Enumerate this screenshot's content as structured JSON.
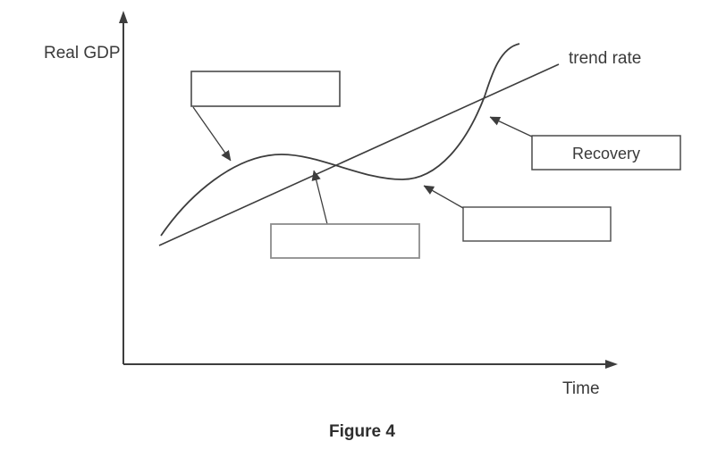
{
  "figure": {
    "caption": "Figure 4",
    "axes": {
      "y_label": "Real GDP",
      "x_label": "Time"
    },
    "lines": {
      "trend_label": "trend rate"
    },
    "boxes": {
      "top_left": {
        "label": ""
      },
      "bottom_middle": {
        "label": ""
      },
      "recovery": {
        "label": "Recovery"
      },
      "bottom_right": {
        "label": ""
      }
    },
    "colors": {
      "ink": "#3d3d3d",
      "box_border_dark": "#4a4a4a",
      "box_border_light": "#8c8c8c",
      "background": "#ffffff"
    }
  }
}
